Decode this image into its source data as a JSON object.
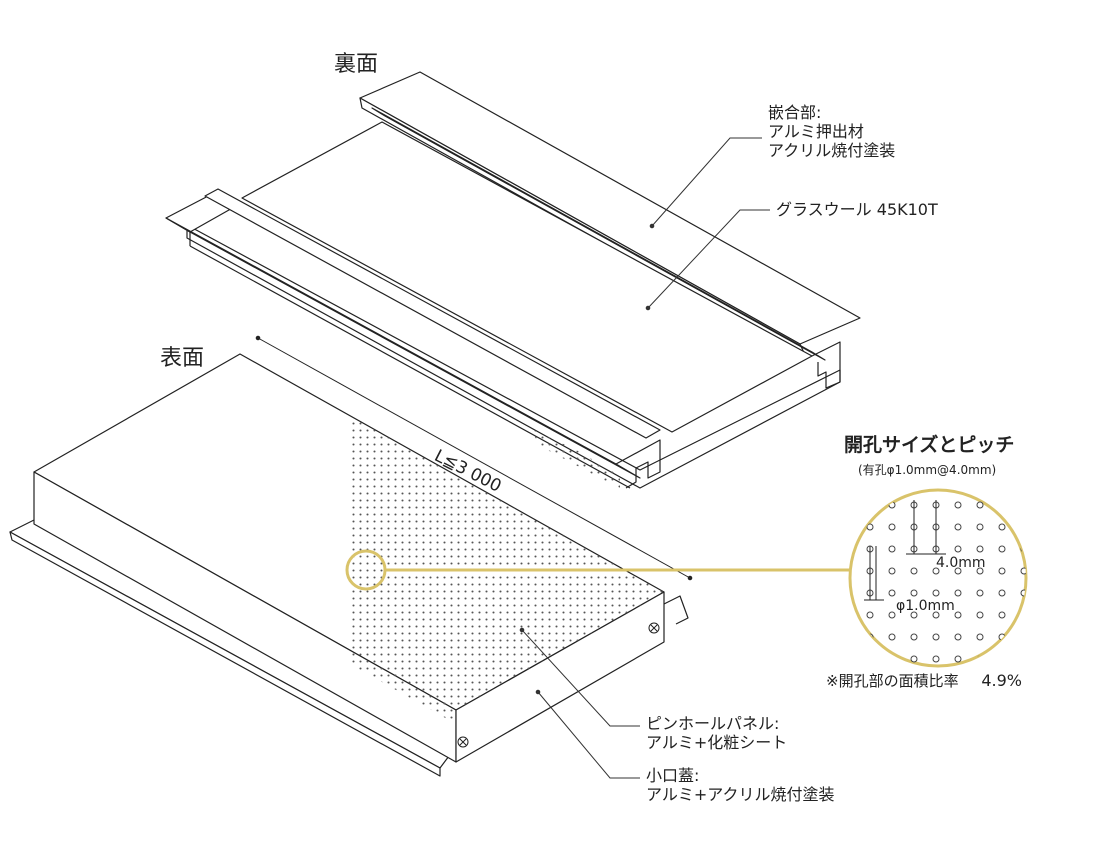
{
  "labels": {
    "back_face": "裏面",
    "front_face": "表面",
    "dimension": "L≦3 000"
  },
  "callouts": {
    "joint": [
      "嵌合部:",
      "アルミ押出材",
      "アクリル焼付塗装"
    ],
    "glass_wool": "グラスウール 45K10T",
    "pinhole_panel": [
      "ピンホールパネル:",
      "アルミ+化粧シート"
    ],
    "end_cap": [
      "小口蓋:",
      "アルミ+アクリル焼付塗装"
    ]
  },
  "detail": {
    "title": "開孔サイズとピッチ",
    "subtitle": "(有孔φ1.0mm@4.0mm)",
    "pitch_label": "4.0mm",
    "hole_label": "φ1.0mm",
    "ratio_label": "※開孔部の面積比率",
    "ratio_value": "4.9%"
  },
  "colors": {
    "line": "#222222",
    "highlight": "#d9c36a",
    "hole": "#555555"
  }
}
